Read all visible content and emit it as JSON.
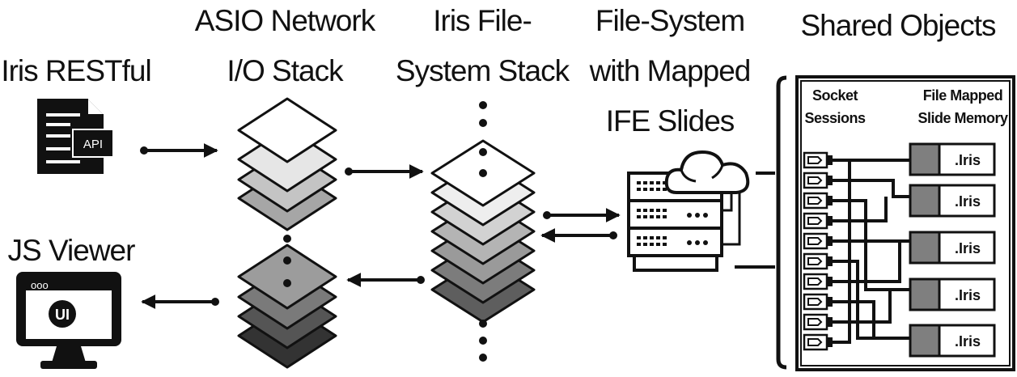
{
  "titles": {
    "restful": "Iris RESTful",
    "asio_1": "ASIO Network",
    "asio_2": "I/O Stack",
    "iris_fs_1": "Iris File-",
    "iris_fs_2": "System Stack",
    "mapped_1": "File-System",
    "mapped_2": "with Mapped",
    "mapped_3": "IFE Slides",
    "shared": "Shared Objects",
    "viewer": "JS Viewer"
  },
  "icons": {
    "api_doc": {
      "name": "api-document-icon",
      "label": "API"
    },
    "viewer": {
      "name": "monitor-ui-icon",
      "label": "UI",
      "dots": "ooo"
    },
    "server": "server-cloud-icon",
    "socket": "ethernet-plug-icon"
  },
  "shared_objects": {
    "col_socket_1": "Socket",
    "col_socket_2": "Sessions",
    "col_file_1": "File Mapped",
    "col_file_2": "Slide Memory",
    "files": [
      ".Iris",
      ".Iris",
      ".Iris",
      ".Iris",
      ".Iris"
    ]
  },
  "colors": {
    "ink": "#111111",
    "layers_top": [
      "#ffffff",
      "#e6e6e6",
      "#c4c4c4",
      "#a6a6a6"
    ],
    "layers_bottom": [
      "#9c9c9c",
      "#7a7a7a",
      "#555555",
      "#333333"
    ],
    "iris_stack": [
      "#ffffff",
      "#eeeeee",
      "#d2d2d2",
      "#b4b4b4",
      "#9a9a9a",
      "#7c7c7c",
      "#5e5e5e"
    ],
    "file_tab": "#7f7f7f"
  }
}
